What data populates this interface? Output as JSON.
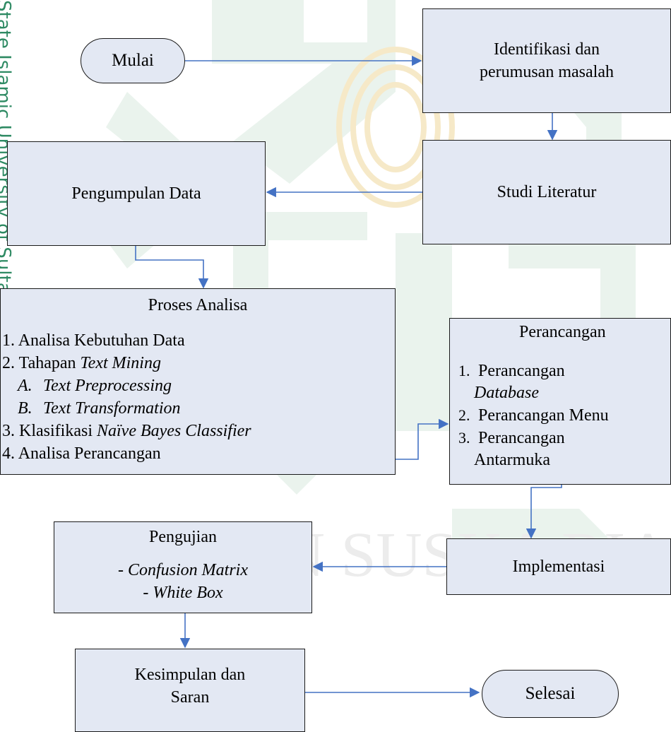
{
  "nodes": {
    "mulai": "Mulai",
    "identifikasi": [
      "Identifikasi dan",
      "perumusan masalah"
    ],
    "studi": "Studi Literatur",
    "pengumpulan": "Pengumpulan Data",
    "analisa": {
      "title": "Proses Analisa",
      "items": [
        {
          "num": "1.",
          "text": "Analisa Kebutuhan Data"
        },
        {
          "num": "2.",
          "text": "Tahapan ",
          "italic": "Text Mining"
        },
        {
          "letter": "A.",
          "italic": "Text Preprocessing"
        },
        {
          "letter": "B.",
          "italic": "Text Transformation"
        },
        {
          "num": "3.",
          "text": "Klasifikasi ",
          "italic": "Naïve Bayes Classifier"
        },
        {
          "num": "4.",
          "text": "Analisa Perancangan"
        }
      ]
    },
    "perancangan": {
      "title": "Perancangan",
      "items": [
        {
          "num": "1.",
          "text": "Perancangan",
          "italic": "Database"
        },
        {
          "num": "2.",
          "text": "Perancangan Menu"
        },
        {
          "num": "3.",
          "text": "Perancangan",
          "text2": "Antarmuka"
        }
      ]
    },
    "implementasi": "Implementasi",
    "pengujian": {
      "title": "Pengujian",
      "items": [
        "- Confusion Matrix",
        "- White Box"
      ]
    },
    "kesimpulan": [
      "Kesimpulan dan",
      "Saran"
    ],
    "selesai": "Selesai"
  },
  "watermark": {
    "side_text_1": "State Islamic University of Sultan Syarif Kasim Riau",
    "center_text": "UIN SUSKA RIAU"
  },
  "colors": {
    "box_fill": "#e3e8f3",
    "arrow": "#4472c4",
    "watermark_green": "#e8f2ec",
    "watermark_gold": "#f7ecd2"
  }
}
